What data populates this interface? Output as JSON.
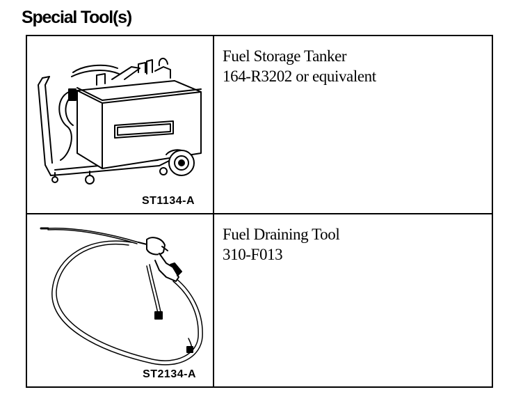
{
  "page": {
    "heading": "Special Tool(s)"
  },
  "tools": [
    {
      "name": "Fuel Storage Tanker",
      "number": "164-R3202 or equivalent",
      "ref_code": "ST1134-A",
      "illustration": "fuel-storage-tanker-illustration"
    },
    {
      "name": "Fuel Draining Tool",
      "number": "310-F013",
      "ref_code": "ST2134-A",
      "illustration": "fuel-draining-hose-illustration"
    }
  ]
}
